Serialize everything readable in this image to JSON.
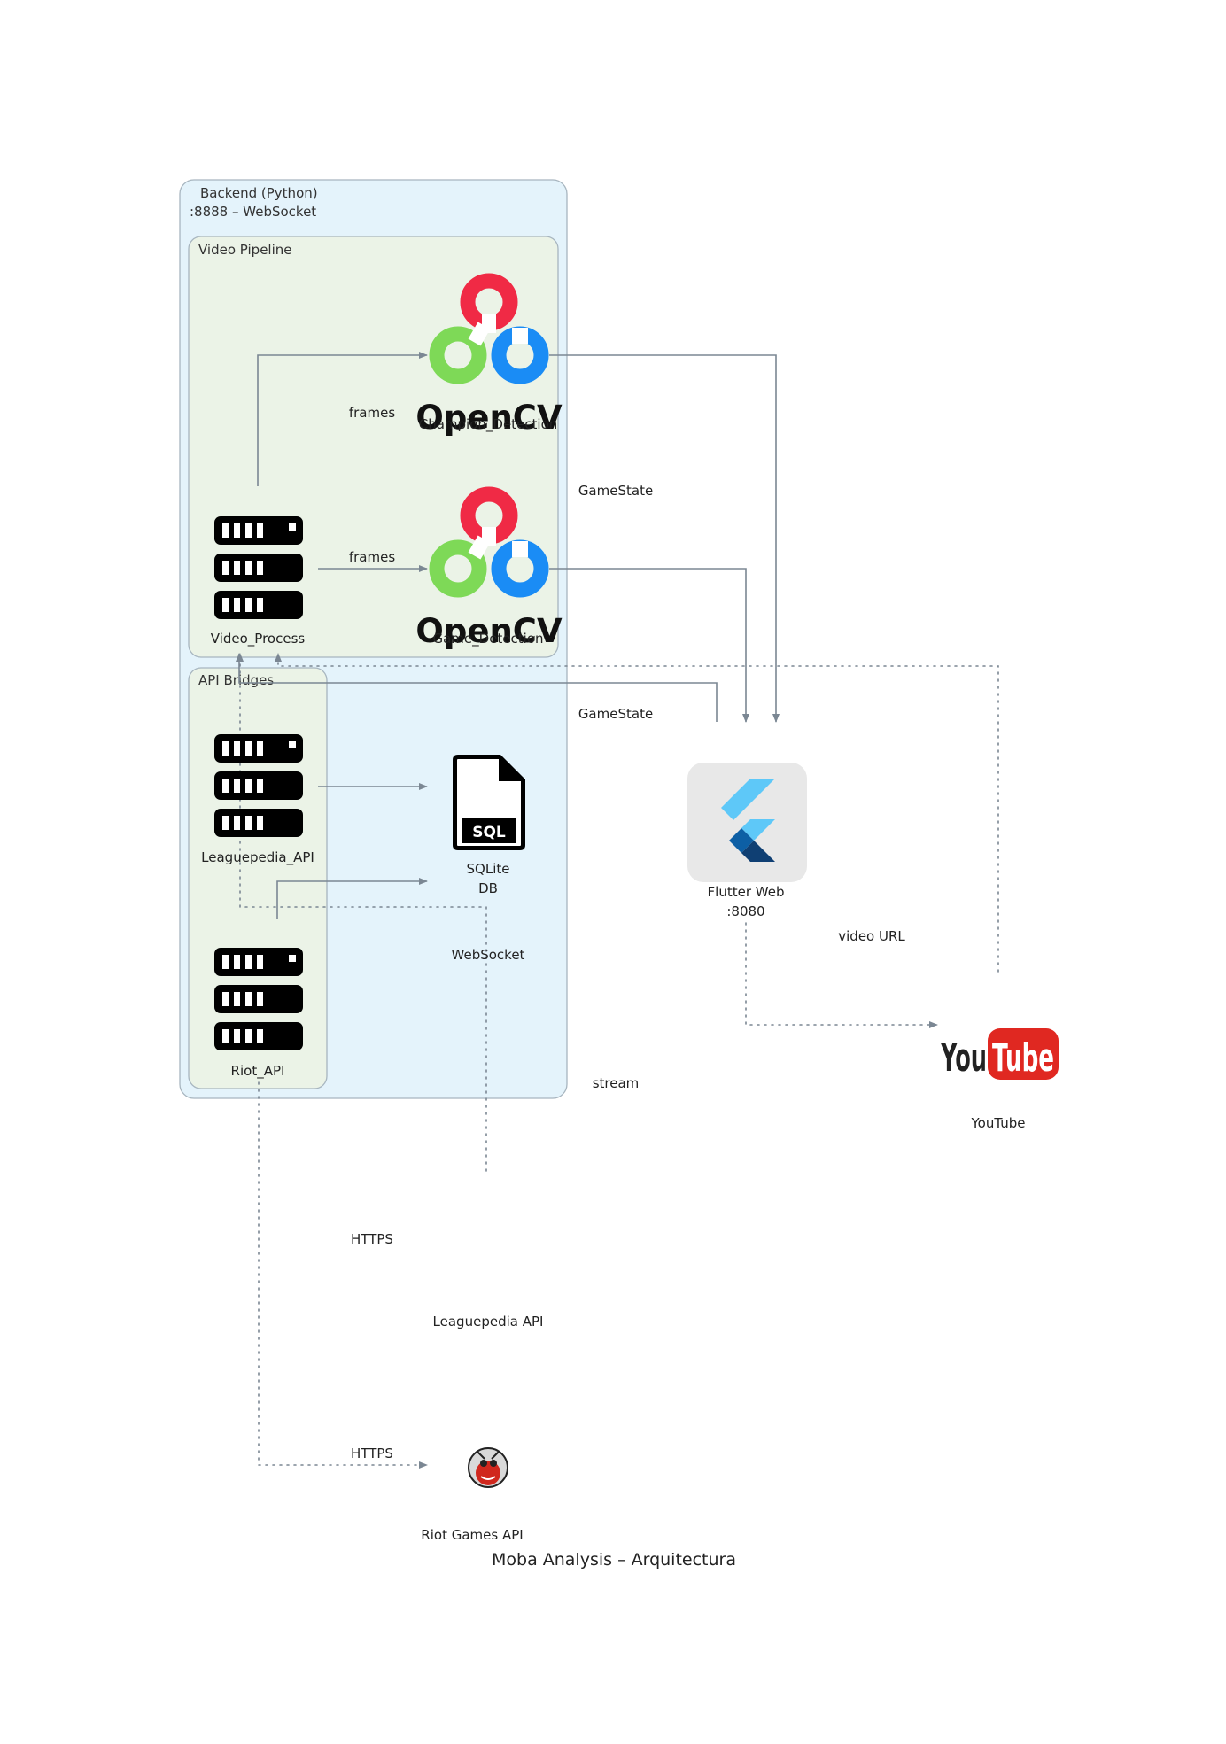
{
  "title": "Moba Analysis – Arquitectura",
  "clusters": {
    "backend": {
      "label_line1": "Backend (Python)",
      "label_line2": ":8888  –   WebSocket"
    },
    "video_pipeline": {
      "label": "Video Pipeline"
    },
    "api_bridges": {
      "label": "API Bridges"
    }
  },
  "nodes": {
    "champion_detection": {
      "label": "Champion_Detection",
      "logo_text": "OpenCV",
      "icon": "opencv-logo"
    },
    "game_detection": {
      "label": "Game_Detection",
      "logo_text": "OpenCV",
      "icon": "opencv-logo"
    },
    "video_process": {
      "label": "Video_Process",
      "icon": "server-rack-icon"
    },
    "leaguepedia_api_bridge": {
      "label": "Leaguepedia_API",
      "icon": "server-rack-icon"
    },
    "riot_api_bridge": {
      "label": "Riot_API",
      "icon": "server-rack-icon"
    },
    "sqlite_db": {
      "label_line1": "SQLite",
      "label_line2": "DB",
      "badge": "SQL",
      "icon": "sql-file-icon"
    },
    "flutter_web": {
      "label_line1": "Flutter Web",
      "label_line2": ":8080",
      "icon": "flutter-logo"
    },
    "youtube": {
      "label": "YouTube",
      "logo_you": "You",
      "logo_tube": "Tube",
      "icon": "youtube-logo"
    },
    "leaguepedia_ext": {
      "label": "Leaguepedia API"
    },
    "riot_games_ext": {
      "label": "Riot Games API",
      "icon": "riot-games-logo"
    }
  },
  "edges": {
    "frames_1": "frames",
    "frames_2": "frames",
    "gamestate_1": "GameState",
    "gamestate_2": "GameState",
    "video_url": "video URL",
    "websocket": "WebSocket",
    "stream": "stream",
    "https_1": "HTTPS",
    "https_2": "HTTPS"
  },
  "colors": {
    "backend_fill": "#e4f3fb",
    "cluster_fill": "#ebf3e7",
    "cluster_stroke": "#a7b5bf",
    "edge": "#7b8793",
    "opencv_red": "#f02a45",
    "opencv_green": "#7ed957",
    "opencv_blue": "#1a8cf5",
    "youtube_red": "#e02821",
    "flutter_light": "#5ec8f8",
    "flutter_dark": "#0d5fa5"
  }
}
